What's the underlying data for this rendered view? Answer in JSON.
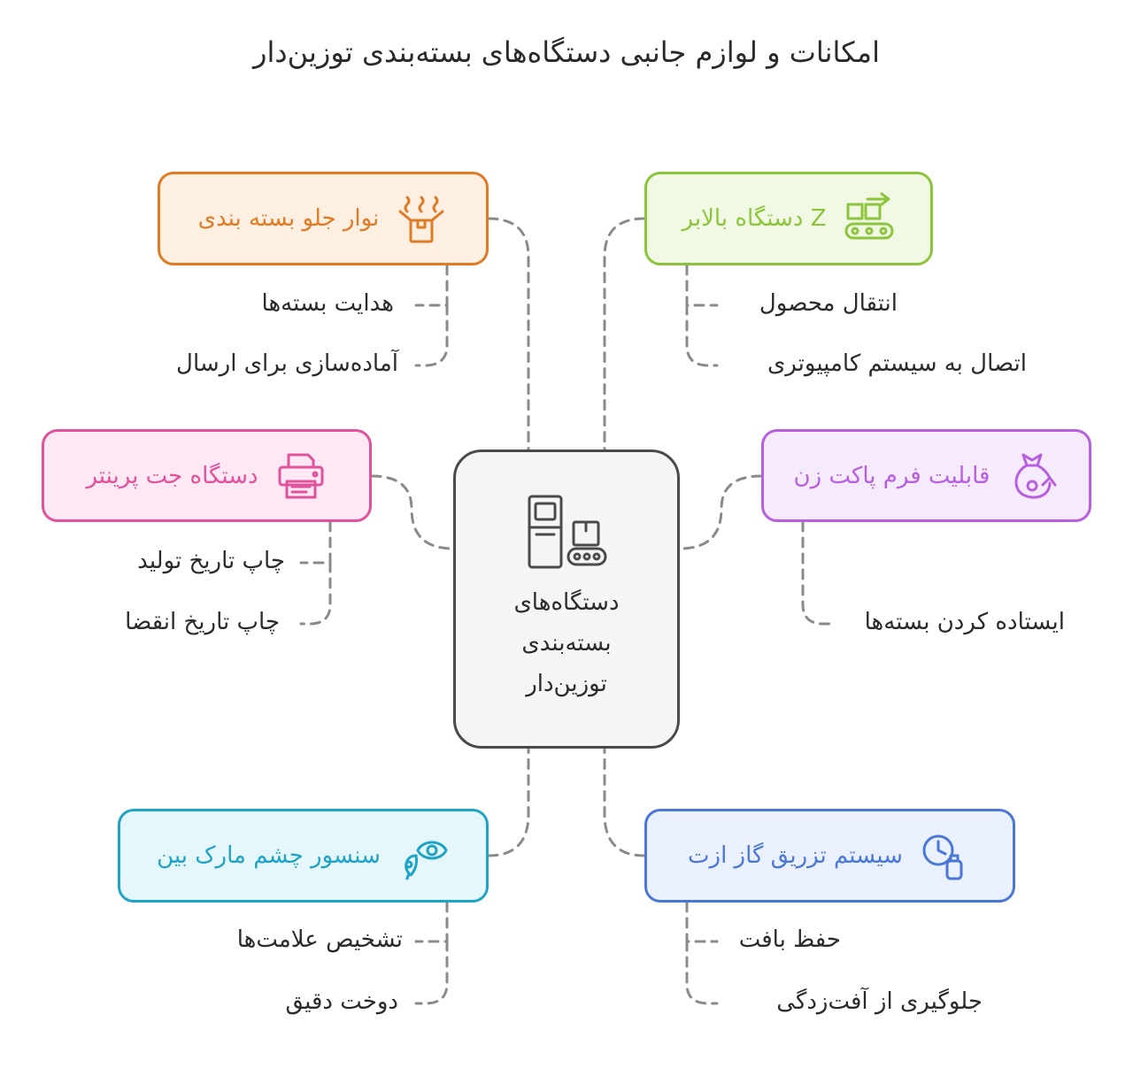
{
  "title": "امکانات و لوازم جانبی دستگاه‌های بسته‌بندی توزین‌دار",
  "center": {
    "lines": [
      "دستگاه‌های",
      "بسته‌بندی",
      "توزین‌دار"
    ],
    "icon": "packaging-machine-icon"
  },
  "nodes": [
    {
      "label": "نوار جلو بسته بندی",
      "icon": "box-pressure-icon",
      "color": "#e07b24",
      "fill": "#fdf0e3",
      "leaves": [
        "هدایت بسته‌ها",
        "آماده‌سازی برای ارسال"
      ]
    },
    {
      "label": "Z دستگاه بالابر",
      "icon": "conveyor-icon",
      "color": "#8cc43b",
      "fill": "#f1f9e5",
      "leaves": [
        "انتقال محصول",
        "اتصال به سیستم کامپیوتری"
      ]
    },
    {
      "label": "دستگاه جت پرینتر",
      "icon": "printer-icon",
      "color": "#e0529c",
      "fill": "#fde8f3",
      "leaves": [
        "چاپ تاریخ تولید",
        "چاپ تاریخ انقضا"
      ]
    },
    {
      "label": "قابلیت فرم پاکت زن",
      "icon": "bag-icon",
      "color": "#b85ee0",
      "fill": "#f6ebfd",
      "leaves": [
        "ایستاده کردن بسته‌ها"
      ]
    },
    {
      "label": "سنسور چشم مارک بین",
      "icon": "eye-sensor-icon",
      "color": "#1fa3c7",
      "fill": "#e6f7fc",
      "leaves": [
        "تشخیص علامت‌ها",
        "دوخت دقیق"
      ]
    },
    {
      "label": "سیستم تزریق گاز ازت",
      "icon": "gas-timer-icon",
      "color": "#4a78d6",
      "fill": "#eaf0fd",
      "leaves": [
        "حفظ بافت",
        "جلوگیری از آفت‌زدگی"
      ]
    }
  ]
}
